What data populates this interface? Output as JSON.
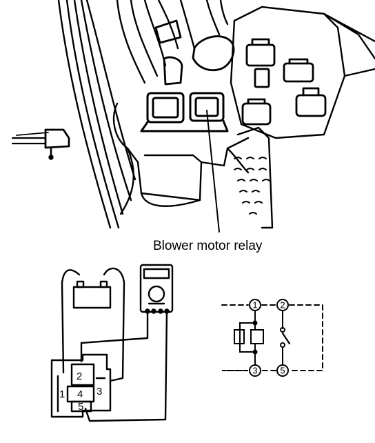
{
  "callout": {
    "label": "Blower motor relay"
  },
  "relay_connector": {
    "pins": [
      "1",
      "2",
      "3",
      "4",
      "5"
    ]
  },
  "relay_schematic": {
    "terminals": [
      "1",
      "2",
      "3",
      "5"
    ]
  }
}
